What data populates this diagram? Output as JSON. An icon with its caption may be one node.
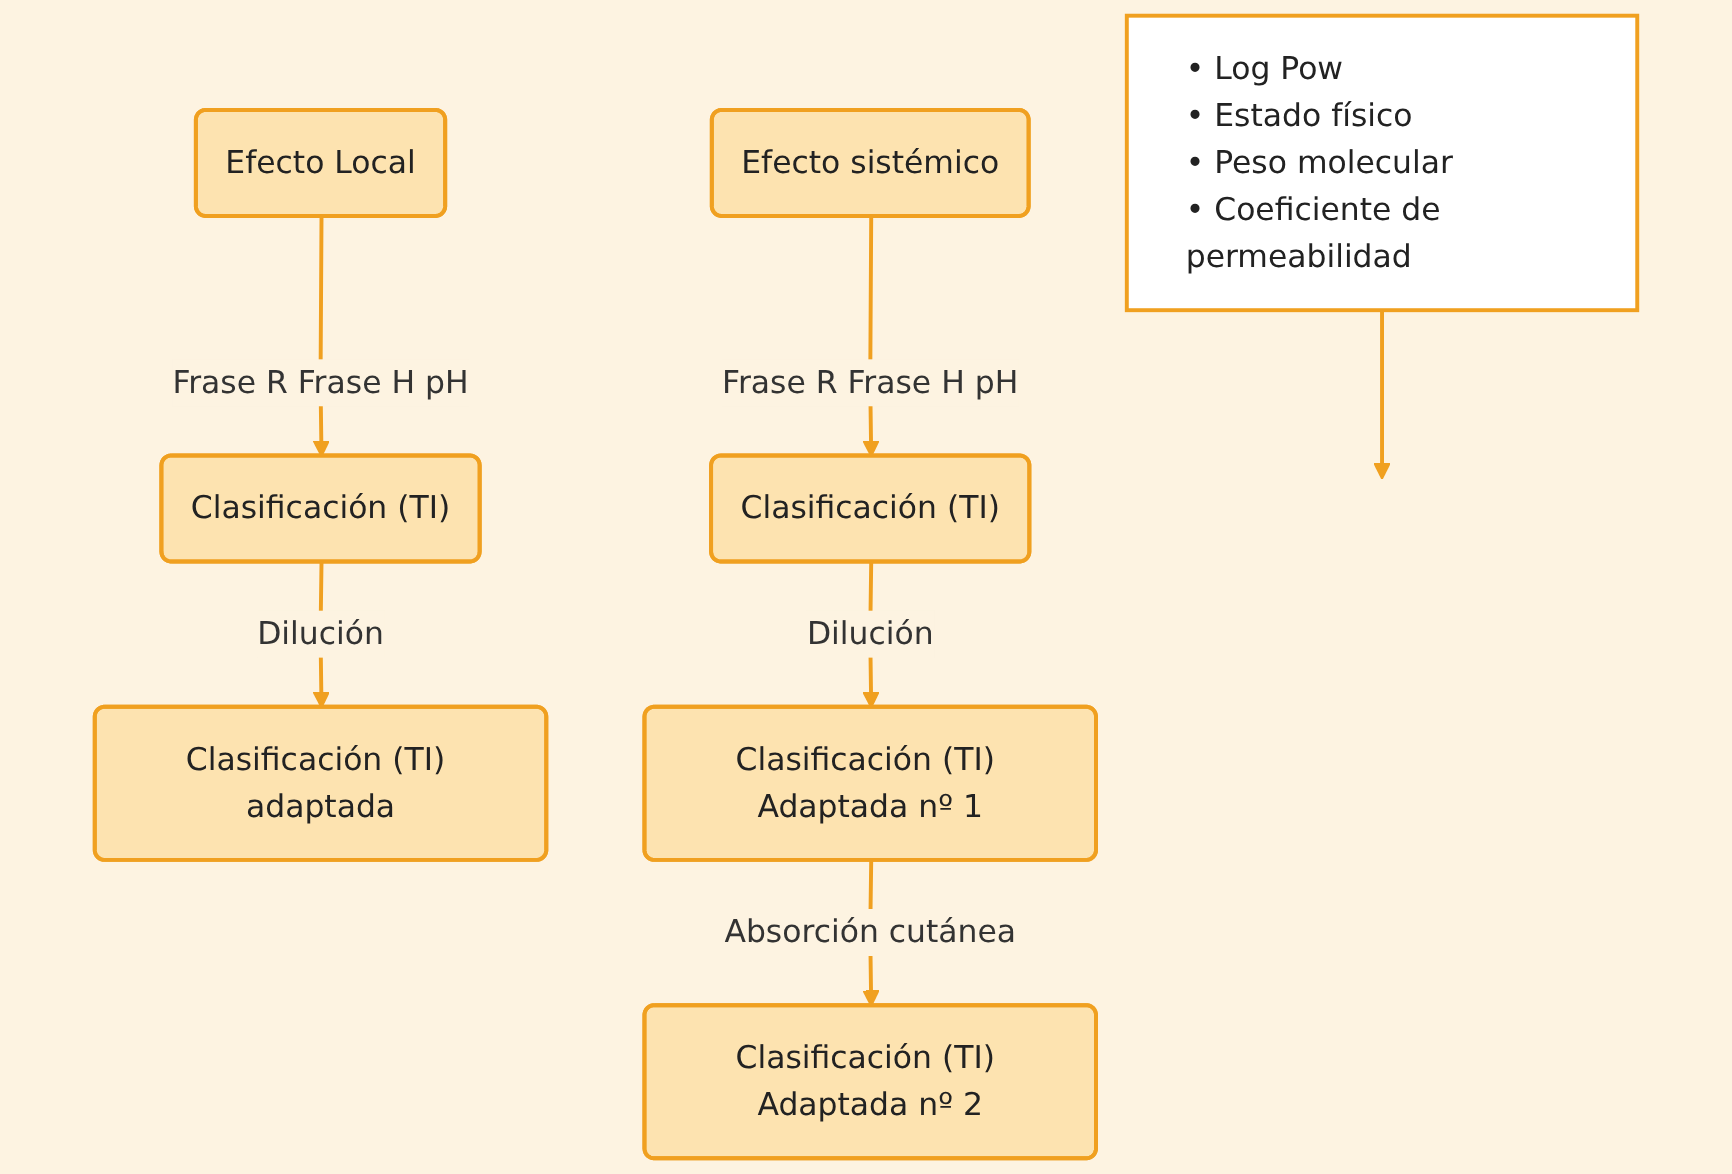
{
  "diagram": {
    "nodes": [
      {
        "text": [
          "Efecto Local"
        ]
      },
      {
        "text": [
          "Efecto sistémico"
        ]
      },
      {
        "text": [
          "Clasificación (TI)"
        ]
      },
      {
        "text": [
          "Clasificación (TI)"
        ]
      },
      {
        "text": [
          "Clasificación (TI) adaptada"
        ]
      },
      {
        "text": [
          "Clasificación (TI) Adaptada nº 1"
        ]
      },
      {
        "text": [
          "• Log Pow",
          "• Estado físico",
          "• Peso molecular",
          "• Coeficiente de permeabilidad"
        ]
      },
      {
        "text": [
          "Clasificación (TI) Adaptada nº 2"
        ]
      }
    ],
    "edges": [
      {
        "from": 0,
        "to": 2,
        "arrow": "to",
        "label": "Frase R Frase H pH"
      },
      {
        "from": 1,
        "to": 3,
        "arrow": "to",
        "label": "Frase R Frase H pH"
      },
      {
        "from": 2,
        "to": 4,
        "arrow": "to",
        "label": "Dilución"
      },
      {
        "from": 3,
        "to": 5,
        "arrow": "to",
        "label": "Dilución"
      },
      {
        "from": 5,
        "to": 7,
        "arrow": "to",
        "label": "Absorción cutánea"
      },
      {
        "from": 6,
        "to": null,
        "arrow": "to"
      }
    ]
  }
}
